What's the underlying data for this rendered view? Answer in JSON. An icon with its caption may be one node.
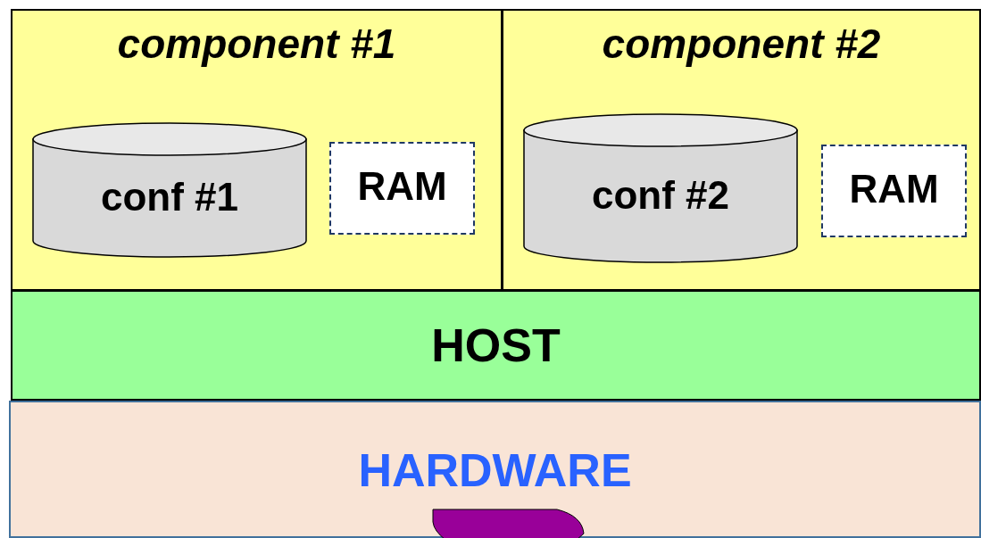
{
  "diagram": {
    "nodes": [
      {
        "text": [
          "component #1"
        ]
      },
      {
        "text": [
          "conf #1"
        ],
        "in": 0
      },
      {
        "text": [
          "RAM"
        ],
        "in": 0
      },
      {
        "text": [
          "component #2"
        ]
      },
      {
        "text": [
          "conf #2"
        ],
        "in": 3
      },
      {
        "text": [
          "RAM"
        ],
        "in": 3
      },
      {
        "text": [
          "HOST"
        ]
      },
      {
        "text": [
          "HARDWARE"
        ]
      },
      {
        "text": [],
        "shape": "blob",
        "in": 7
      }
    ],
    "edges": []
  }
}
